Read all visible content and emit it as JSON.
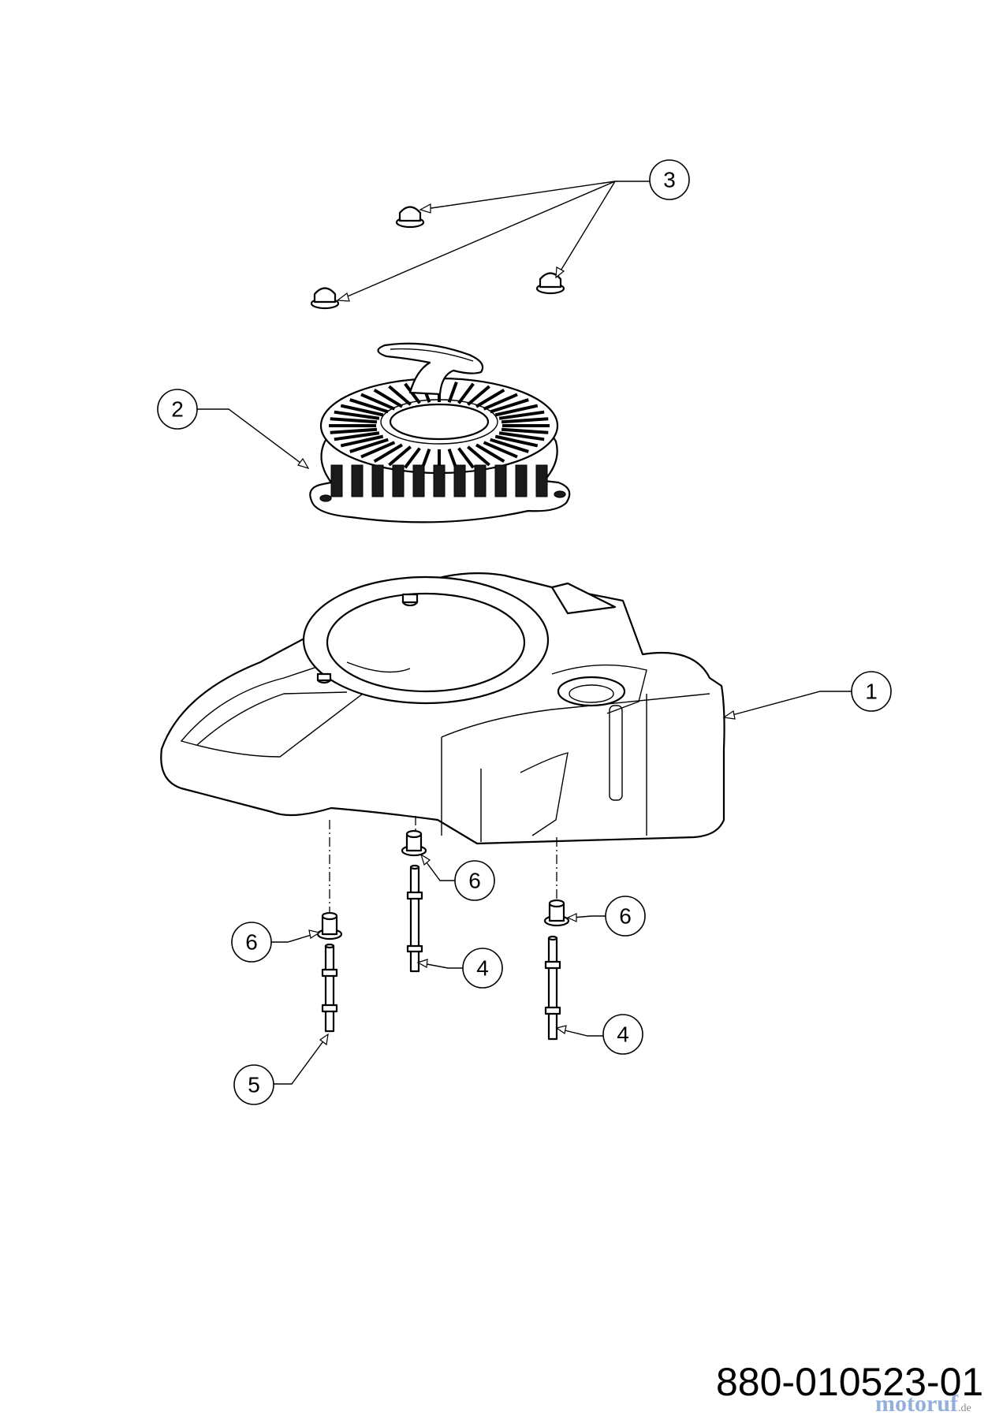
{
  "callouts": [
    {
      "label": "1"
    },
    {
      "label": "2"
    },
    {
      "label": "3"
    },
    {
      "label": "4"
    },
    {
      "label": "4"
    },
    {
      "label": "5"
    },
    {
      "label": "6"
    },
    {
      "label": "6"
    },
    {
      "label": "6"
    }
  ],
  "drawing_number": "880-010523-01",
  "watermark": {
    "text": "motoruf",
    "suffix": ".de"
  },
  "colors": {
    "line": "#000000",
    "background": "#ffffff",
    "watermark": "#3c6ebe"
  }
}
